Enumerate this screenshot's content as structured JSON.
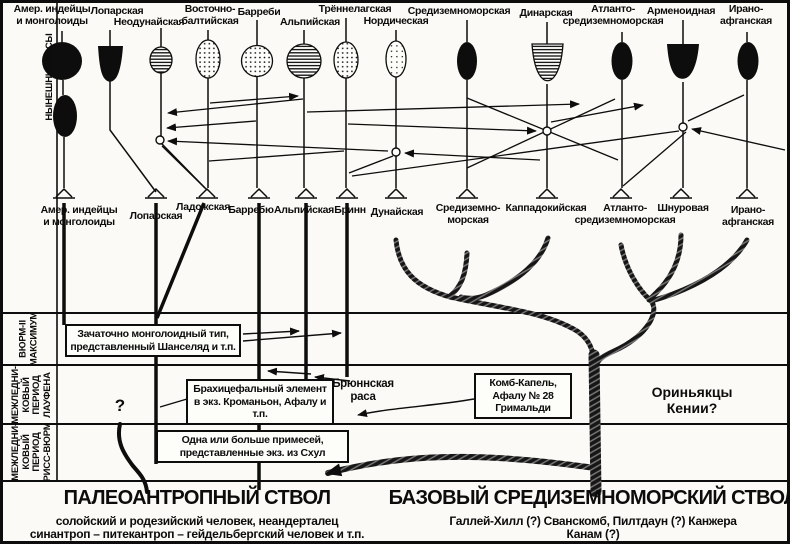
{
  "diagram": {
    "sidebar": [
      {
        "label": "НЫНЕШНИЕ РАСЫ"
      },
      {
        "label": "ВЮРМ-II\nМАКСИМУМ"
      },
      {
        "label": "МЕЖЛЕДНИ-\nКОВЫЙ\nПЕРИОД\nЛАУФЕНА"
      },
      {
        "label": "МЕЖЛЕДНИ-\nКОВЫЙ\nПЕРИОД\nРИСС-ВЮРМ"
      }
    ],
    "modern_races": [
      {
        "label": "Амер. индейцы\nи монголоиды",
        "pattern": "solid"
      },
      {
        "label": "Лопарская",
        "pattern": "solid"
      },
      {
        "label": "Неодунайская",
        "pattern": "stripes"
      },
      {
        "label": "Восточно-\nбалтийская",
        "pattern": "dots"
      },
      {
        "label": "Барреби",
        "pattern": "dots"
      },
      {
        "label": "Альпийская",
        "pattern": "stripes"
      },
      {
        "label": "Трённелагская",
        "pattern": "dots"
      },
      {
        "label": "Нордическая",
        "pattern": "dots-light"
      },
      {
        "label": "Средиземноморская",
        "pattern": "solid"
      },
      {
        "label": "Динарская",
        "pattern": "stripes"
      },
      {
        "label": "Атланто-\nсредиземноморская",
        "pattern": "solid"
      },
      {
        "label": "Арменоидная",
        "pattern": "solid"
      },
      {
        "label": "Ирано-\nафганская",
        "pattern": "solid"
      }
    ],
    "ancestral_races": [
      {
        "label": "Амер. индейцы\nи монголоиды"
      },
      {
        "label": "Лопарская"
      },
      {
        "label": "Ладожская"
      },
      {
        "label": "Барребю"
      },
      {
        "label": "Альпийская"
      },
      {
        "label": "Бринн"
      },
      {
        "label": "Дунайская"
      },
      {
        "label": "Средиземно-\nморская"
      },
      {
        "label": "Каппадокийская"
      },
      {
        "label": "Атланто-\nсредиземноморская"
      },
      {
        "label": "Шнуровая"
      },
      {
        "label": "Ирано-\nафганская"
      }
    ],
    "annotations": {
      "proto_mongoloid": "Зачаточно монголоидный тип,\nпредставленный Шанселяд и т.п.",
      "brachycephalic": "Брахицефальный элемент\nв экз. Кроманьон, Афалу и т.п.",
      "brunn_race": "Брюннская\nраса",
      "combe_capelle": "Комб-Капель,\nАфалу № 28\nГримальди",
      "kenya_aurignacians": "Ориньякцы Кении?",
      "skhul_admixture": "Одна или больше примесей,\nпредставленные экз. из Схул",
      "unknown_origin": "?"
    },
    "trunks": {
      "paleoanthropic": {
        "title": "ПАЛЕОАНТРОПНЫЙ СТВОЛ",
        "subtitle1": "солойский и родезийский человек, неандерталец",
        "subtitle2": "синантроп – питекантроп – гейдельбергский человек и т.п."
      },
      "basal_mediterranean": {
        "title": "БАЗОВЫЙ СРЕДИЗЕМНОМОРСКИЙ СТВОЛ",
        "subtitle1": "Галлей-Хилл (?) Сванскомб, Пилтдаун (?) Канжера",
        "subtitle2": "Канам (?)"
      }
    }
  }
}
